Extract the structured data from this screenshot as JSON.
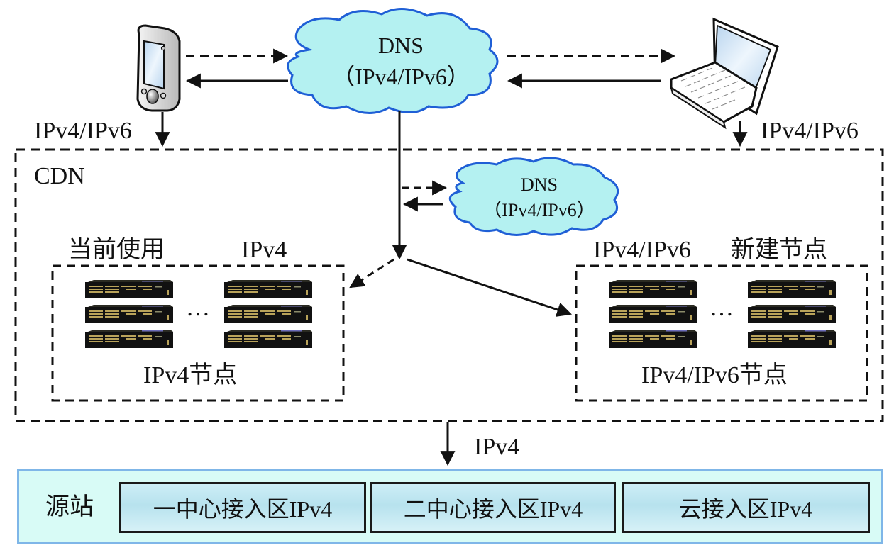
{
  "devices": {
    "mobile": {
      "icon": "mobile-device-icon",
      "protocol_label": "IPv4/IPv6"
    },
    "laptop": {
      "icon": "laptop-icon",
      "protocol_label": "IPv4/IPv6"
    }
  },
  "dns_main": {
    "title": "DNS",
    "subtitle": "（IPv4/IPv6）"
  },
  "cdn": {
    "label": "CDN",
    "dns_internal": {
      "title": "DNS",
      "subtitle": "（IPv4/IPv6）"
    },
    "left_cluster": {
      "status_label": "当前使用",
      "protocol_label": "IPv4",
      "node_label": "IPv4节点",
      "ellipsis": "…",
      "server_icon": "rack-server-icon",
      "rows": 3,
      "columns": 2
    },
    "right_cluster": {
      "protocol_label": "IPv4/IPv6",
      "status_label": "新建节点",
      "node_label": "IPv4/IPv6节点",
      "ellipsis": "…",
      "server_icon": "rack-server-icon",
      "rows": 3,
      "columns": 2
    }
  },
  "origin_link_label": "IPv4",
  "origin": {
    "label": "源站",
    "zones": [
      {
        "label": "一中心接入区IPv4"
      },
      {
        "label": "二中心接入区IPv4"
      },
      {
        "label": "云接入区IPv4"
      }
    ]
  },
  "colors": {
    "cloud_fill": "#b4f1f1",
    "cloud_stroke": "#1f5fd6",
    "source_fill": "#d8fbf6",
    "source_border": "#7fb6e8",
    "zone_fill": "#c4e8f2",
    "line": "#111111"
  }
}
